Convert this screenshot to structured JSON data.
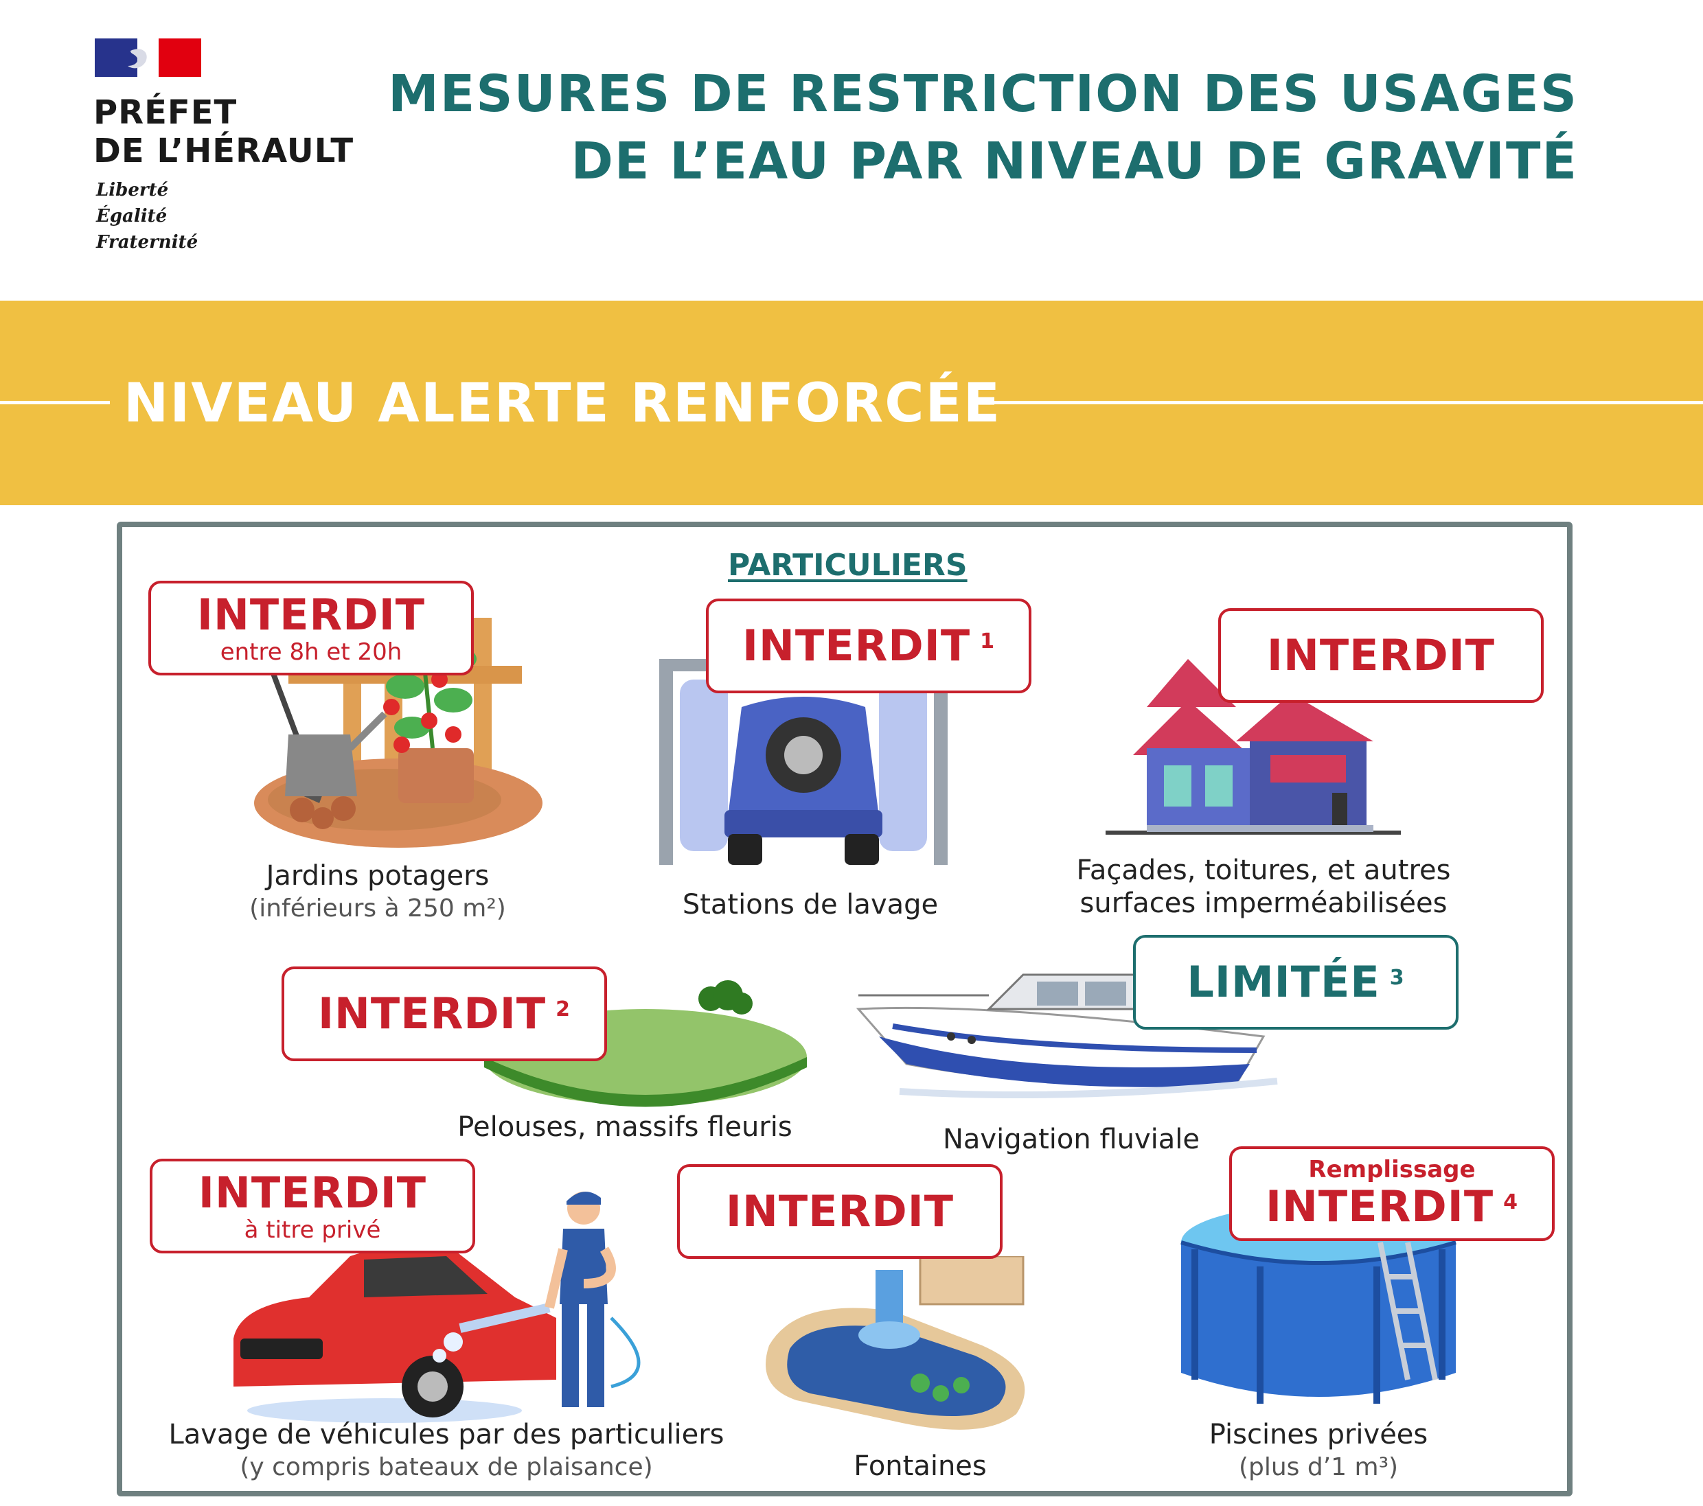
{
  "header": {
    "prefet_line1": "PRÉFET",
    "prefet_line2": "DE L’HÉRAULT",
    "devise": [
      "Liberté",
      "Égalité",
      "Fraternité"
    ],
    "title_line1": "MESURES DE RESTRICTION DES USAGES",
    "title_line2": "DE L’EAU PAR NIVEAU DE GRAVITÉ"
  },
  "level": {
    "title": "NIVEAU ALERTE RENFORCÉE"
  },
  "section": {
    "title": "PARTICULIERS"
  },
  "items": [
    {
      "status": "INTERDIT",
      "detail": "entre 8h et 20h",
      "label": "Jardins potagers",
      "note": "(inférieurs à 250 m²)",
      "icon": "vegetable-garden-icon"
    },
    {
      "status": "INTERDIT",
      "sup": "1",
      "label": "Stations de lavage",
      "icon": "car-wash-icon"
    },
    {
      "status": "INTERDIT",
      "label_line1": "Façades, toitures, et autres",
      "label_line2": "surfaces imperméabilisées",
      "icon": "house-icon"
    },
    {
      "status": "INTERDIT",
      "sup": "2",
      "label": "Pelouses, massifs fleuris",
      "icon": "lawn-icon"
    },
    {
      "status": "LIMITÉE",
      "sup": "3",
      "label": "Navigation fluviale",
      "icon": "boat-icon"
    },
    {
      "status": "INTERDIT",
      "detail": "à titre privé",
      "label": "Lavage de véhicules par des particuliers",
      "note": "(y compris bateaux de plaisance)",
      "icon": "person-washing-car-icon"
    },
    {
      "status": "INTERDIT",
      "label": "Fontaines",
      "icon": "fountain-icon"
    },
    {
      "prefix": "Remplissage",
      "status": "INTERDIT",
      "sup": "4",
      "label": "Piscines privées",
      "note": "(plus d’1 m³)",
      "icon": "pool-icon"
    }
  ],
  "colors": {
    "red": "#c7202c",
    "teal": "#1d6e6e",
    "band": "#f0c042",
    "frame": "#6f8080"
  }
}
